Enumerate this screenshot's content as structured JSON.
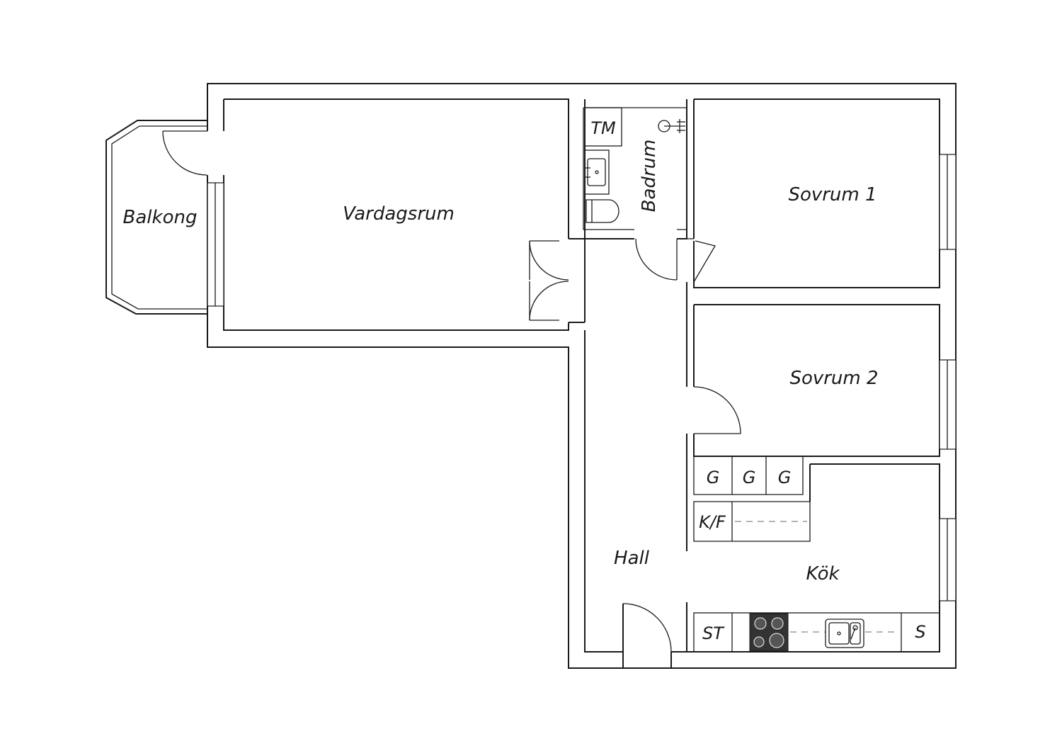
{
  "rooms": {
    "balkong": "Balkong",
    "vardagsrum": "Vardagsrum",
    "badrum": "Badrum",
    "sovrum1": "Sovrum 1",
    "sovrum2": "Sovrum 2",
    "hall": "Hall",
    "kok": "Kök"
  },
  "fixtures": {
    "tm": "TM",
    "g1": "G",
    "g2": "G",
    "g3": "G",
    "kf": "K/F",
    "st": "ST",
    "s": "S"
  },
  "icons": [
    "washbasin-icon",
    "toilet-icon",
    "shower-icon",
    "stove-icon",
    "kitchen-sink-icon"
  ],
  "colors": {
    "line": "#1a1a1a",
    "background": "#ffffff",
    "stove": "#333333"
  }
}
